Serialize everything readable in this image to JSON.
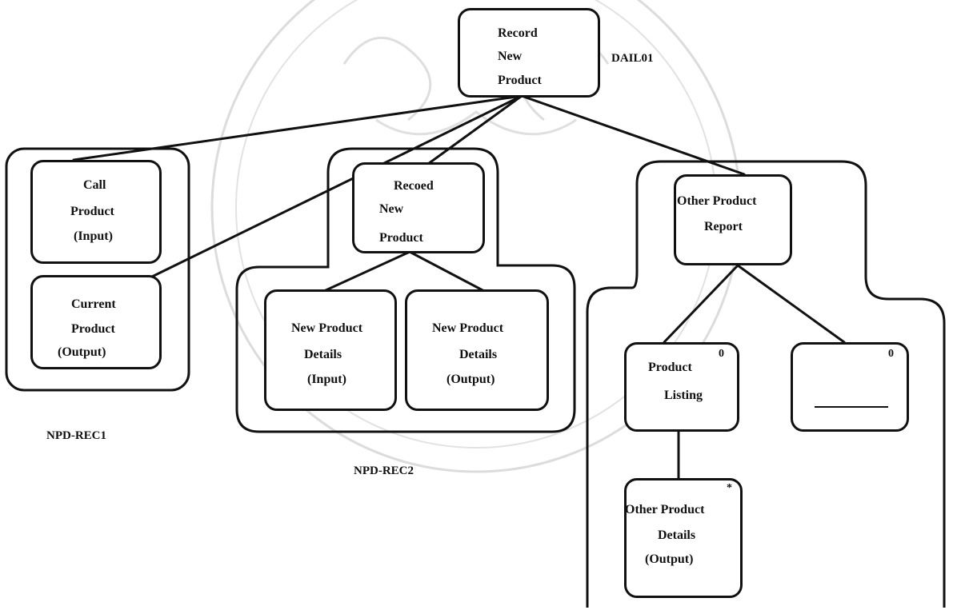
{
  "nodes": {
    "record_new_product": {
      "lines": [
        "Record",
        "New",
        "Product"
      ]
    },
    "call_product": {
      "lines": [
        "Call",
        "Product",
        "(Input)"
      ]
    },
    "current_product": {
      "lines": [
        "Current",
        "Product",
        "(Output)"
      ]
    },
    "recoed_new_product": {
      "lines": [
        "Recoed",
        "New",
        "Product"
      ]
    },
    "new_product_details_input": {
      "lines": [
        "New Product",
        "Details",
        "(Input)"
      ]
    },
    "new_product_details_output": {
      "lines": [
        "New Product",
        "Details",
        "(Output)"
      ]
    },
    "other_product_report": {
      "lines": [
        "Other Product",
        "Report"
      ]
    },
    "product_listing": {
      "lines": [
        "Product",
        "Listing"
      ],
      "marker": "0"
    },
    "blank_selection": {
      "marker": "0"
    },
    "other_product_details": {
      "lines": [
        "Other Product",
        "Details",
        "(Output)"
      ],
      "marker": "*"
    }
  },
  "labels": {
    "dail01": "DAIL01",
    "npd_rec1": "NPD-REC1",
    "npd_rec2": "NPD-REC2"
  },
  "colors": {
    "line": "#111111",
    "watermark": "#d6d6d6",
    "background": "#ffffff"
  }
}
